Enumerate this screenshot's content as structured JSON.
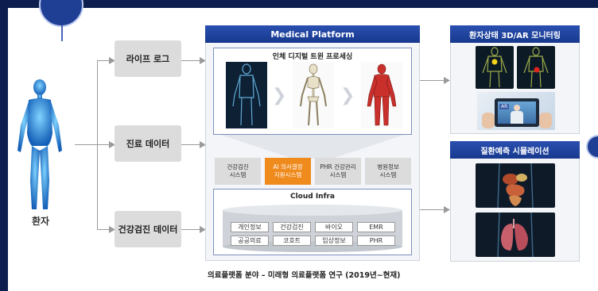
{
  "patient": {
    "label": "환자"
  },
  "data_sources": [
    {
      "label": "라이프 로그"
    },
    {
      "label": "진료 데이터"
    },
    {
      "label": "건강검진 데이터"
    }
  ],
  "platform": {
    "header": "Medical Platform",
    "twin_title": "인체 디지털 트윈 프로세싱",
    "systems": [
      {
        "line1": "건강검진",
        "line2": "시스템",
        "active": false
      },
      {
        "line1": "AI 의사결정",
        "line2": "지원시스템",
        "active": true
      },
      {
        "line1": "PHR 건강관리",
        "line2": "시스템",
        "active": false
      },
      {
        "line1": "병원정보",
        "line2": "시스템",
        "active": false
      }
    ],
    "cloud_title": "Cloud Infra",
    "cloud_items": [
      "개인정보",
      "건강검진",
      "바이오",
      "EMR",
      "공공의료",
      "코호트",
      "임상정보",
      "PHR"
    ]
  },
  "caption": "의료플랫폼 분야 – 미래형 의료플랫폼 연구 (2019년~현재)",
  "monitoring": {
    "header": "환자상태 3D/AR 모니터링",
    "ar_badge": "AR"
  },
  "simulation": {
    "header": "질환예측 시뮬레이션"
  },
  "colors": {
    "navy": "#173a8e",
    "accent_orange": "#ef8a1c",
    "gray_box": "#dcdcdc",
    "background_frame": "#0d1d4d"
  }
}
